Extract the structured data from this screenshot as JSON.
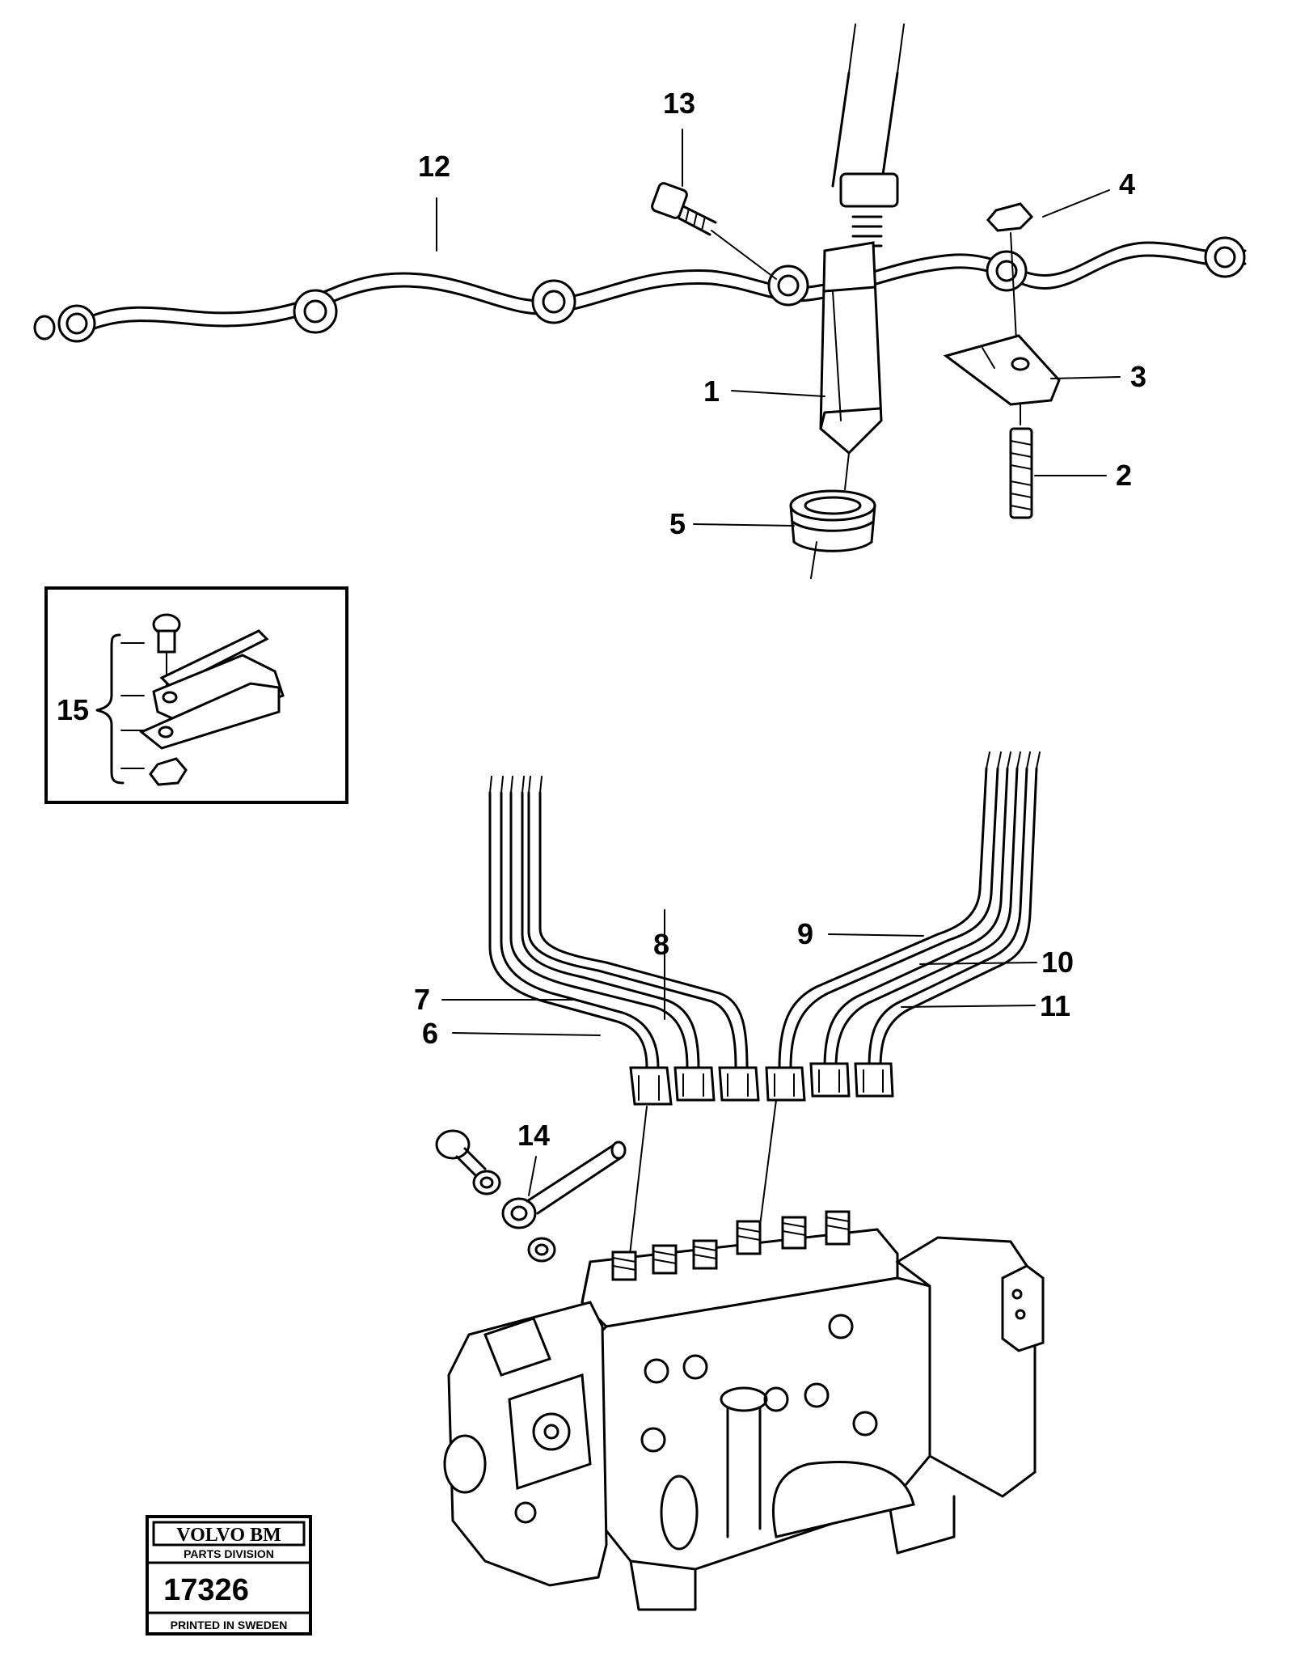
{
  "callouts": [
    "1",
    "2",
    "3",
    "4",
    "5",
    "6",
    "7",
    "8",
    "9",
    "10",
    "11",
    "12",
    "13",
    "14",
    "15"
  ],
  "stamp": {
    "brand": "VOLVO BM",
    "division": "PARTS DIVISION",
    "number": "17326",
    "printed": "PRINTED IN SWEDEN"
  }
}
